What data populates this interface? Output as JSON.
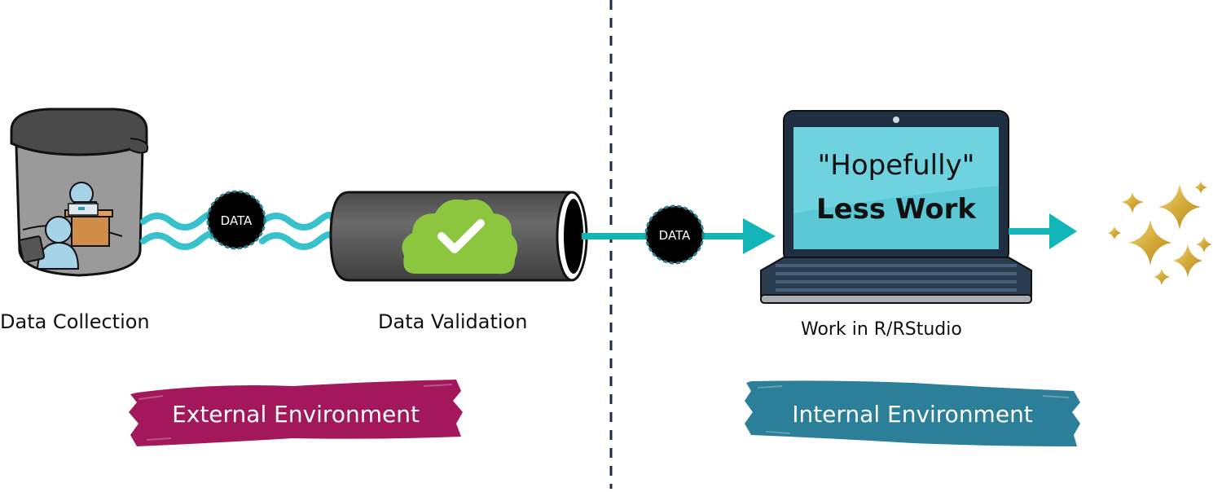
{
  "labels": {
    "data_collection": "Data Collection",
    "data_validation": "Data Validation",
    "work_in_r": "Work in R/RStudio"
  },
  "data_packets": {
    "left": "DATA",
    "right": "DATA"
  },
  "laptop_screen": {
    "line1": "\"Hopefully\"",
    "line2": "Less Work"
  },
  "environments": {
    "external": "External Environment",
    "internal": "Internal Environment"
  },
  "colors": {
    "external_brush": "#a3185a",
    "internal_brush": "#2b7f99",
    "flow_teal": "#12b5b8",
    "wave_teal": "#36c1cc",
    "check_cloud": "#8cc63f",
    "divider": "#1b2a40",
    "laptop_screen": "#5cc8d6",
    "sparkle_gold": "#d9b54a"
  },
  "icons": {
    "bin": "trash-bin-icon",
    "pipe": "pipe-icon",
    "check": "check-cloud-icon",
    "laptop": "laptop-icon",
    "sparkles": "sparkles-icon"
  }
}
